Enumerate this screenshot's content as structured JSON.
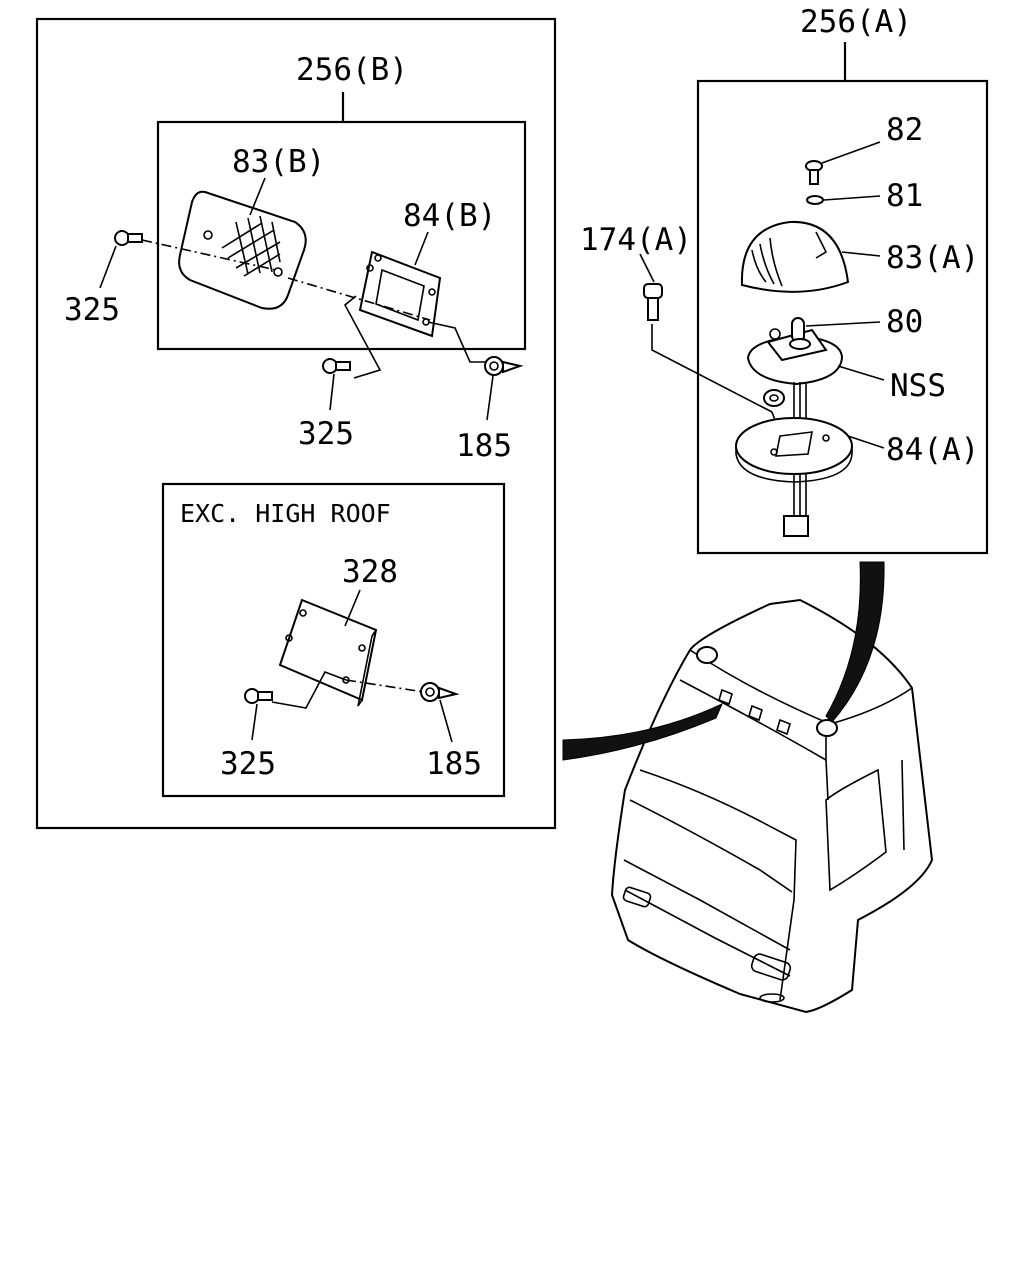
{
  "callouts": {
    "assy_a": "256(A)",
    "assy_b": "256(B)",
    "lens_b": "83(B)",
    "bracket_b": "84(B)",
    "screw_left": "325",
    "screw_mid": "325",
    "clip_top": "185",
    "screw_a": "174(A)",
    "screw_82": "82",
    "washer_81": "81",
    "lens_a": "83(A)",
    "bulb_80": "80",
    "nss": "NSS",
    "base_a": "84(A)",
    "plate_328": "328",
    "screw_bottom": "325",
    "clip_bottom": "185"
  },
  "inset": {
    "title": "EXC. HIGH ROOF"
  }
}
